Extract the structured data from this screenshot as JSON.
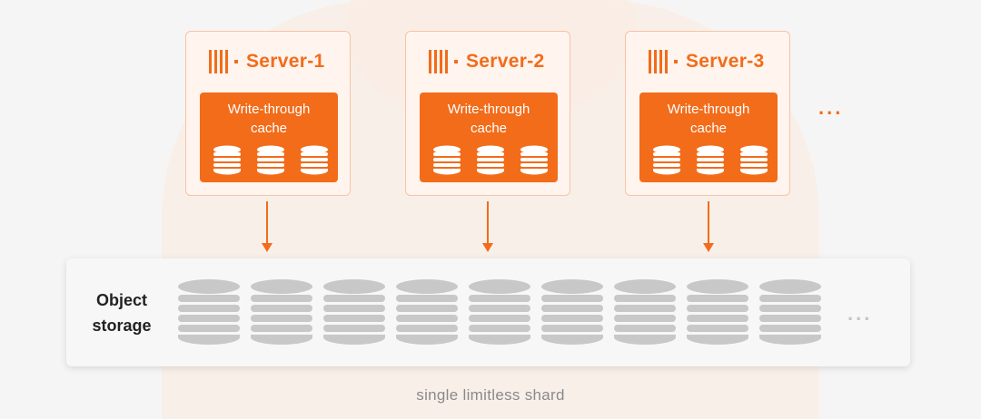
{
  "colors": {
    "accent": "#f26c1a",
    "server_bg": "#fff4ee",
    "server_border": "#f6c4a6",
    "disk_gray": "#c8c8c8",
    "background_blob": "#f9ece4"
  },
  "servers": [
    {
      "name": "Server-1",
      "cache_label": "Write-through\ncache",
      "icon": "server-bars-icon"
    },
    {
      "name": "Server-2",
      "cache_label": "Write-through\ncache",
      "icon": "server-bars-icon"
    },
    {
      "name": "Server-3",
      "cache_label": "Write-through\ncache",
      "icon": "server-bars-icon"
    }
  ],
  "servers_more": "...",
  "storage": {
    "label": "Object\nstorage",
    "disk_count": 9,
    "more": "..."
  },
  "caption": "single limitless shard"
}
